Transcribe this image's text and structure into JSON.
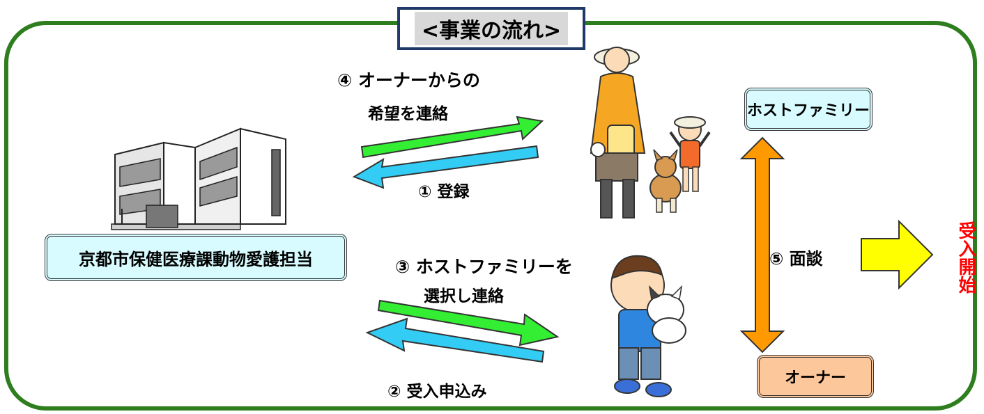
{
  "title": "<事業の流れ>",
  "organization": "京都市保健医療課動物愛護担当",
  "host_family": "ホストファミリー",
  "owner": "オーナー",
  "steps": {
    "step4_line1": "④ オーナーからの",
    "step4_line2": "希望を連絡",
    "step1": "① 登録",
    "step3_line1": "③ ホストファミリーを",
    "step3_line2": "選択し連絡",
    "step2": "② 受入申込み",
    "step5": "⑤ 面談"
  },
  "result": "受入開始",
  "colors": {
    "frame": "#2e7d1e",
    "arrow_green": "#33ee33",
    "arrow_blue": "#33ccf5",
    "arrow_orange": "#ff9900",
    "arrow_yellow": "#ffff00",
    "accept_text": "#ff0000"
  },
  "icons": [
    "building-illustration",
    "woman-child-dog-illustration",
    "boy-with-cat-illustration"
  ]
}
